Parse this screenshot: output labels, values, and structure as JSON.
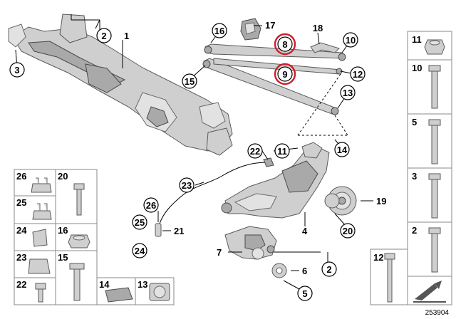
{
  "diagram": {
    "callouts": {
      "c1": "1",
      "c2a": "2",
      "c2b": "2",
      "c3": "3",
      "c4": "4",
      "c5": "5",
      "c6": "6",
      "c7": "7",
      "c8": "8",
      "c9": "9",
      "c10": "10",
      "c11": "11",
      "c12": "12",
      "c13": "13",
      "c14": "14",
      "c15": "15",
      "c16": "16",
      "c17": "17",
      "c18": "18",
      "c19": "19",
      "c20": "20",
      "c21": "21",
      "c22": "22",
      "c23": "23",
      "c24": "24",
      "c25": "25",
      "c26": "26"
    },
    "highlight_color": "#d01e2a",
    "parts_legend": {
      "left_grid": [
        "26",
        "20",
        "25",
        "24",
        "16",
        "23",
        "15",
        "22",
        "14",
        "13"
      ],
      "right_column": [
        "11",
        "10",
        "5",
        "3",
        "2"
      ],
      "bottom_right": "12"
    },
    "catalog_number": "253904"
  }
}
